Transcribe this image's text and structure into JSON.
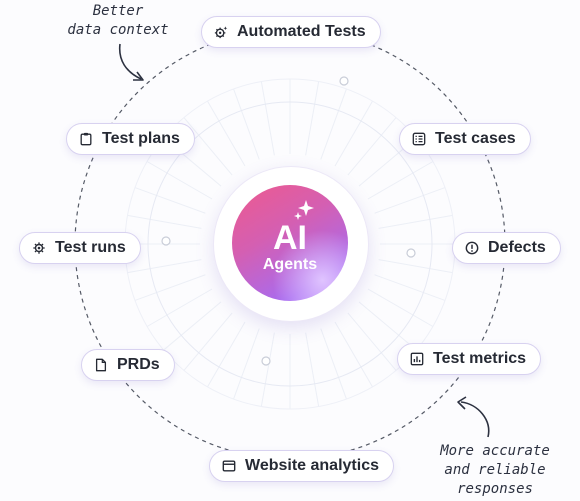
{
  "hub": {
    "title": "AI",
    "subtitle": "Agents"
  },
  "nodes": [
    {
      "id": "automated-tests",
      "label": "Automated Tests",
      "icon": "robot-gear-icon"
    },
    {
      "id": "test-cases",
      "label": "Test cases",
      "icon": "checklist-icon"
    },
    {
      "id": "defects",
      "label": "Defects",
      "icon": "alert-circle-icon"
    },
    {
      "id": "test-metrics",
      "label": "Test metrics",
      "icon": "bar-chart-icon"
    },
    {
      "id": "website-analytics",
      "label": "Website analytics",
      "icon": "browser-window-icon"
    },
    {
      "id": "prds",
      "label": "PRDs",
      "icon": "document-icon"
    },
    {
      "id": "test-runs",
      "label": "Test runs",
      "icon": "gear-icon"
    },
    {
      "id": "test-plans",
      "label": "Test plans",
      "icon": "clipboard-icon"
    }
  ],
  "notes": {
    "top_left": [
      "Better",
      "data context"
    ],
    "bottom_right": [
      "More accurate",
      "and reliable",
      "responses"
    ]
  },
  "colors": {
    "pill_border": "#d8d2f0",
    "hub_gradient_start": "#ee5a8e",
    "hub_gradient_end": "#b593ff",
    "orbit_line": "#555a66"
  }
}
